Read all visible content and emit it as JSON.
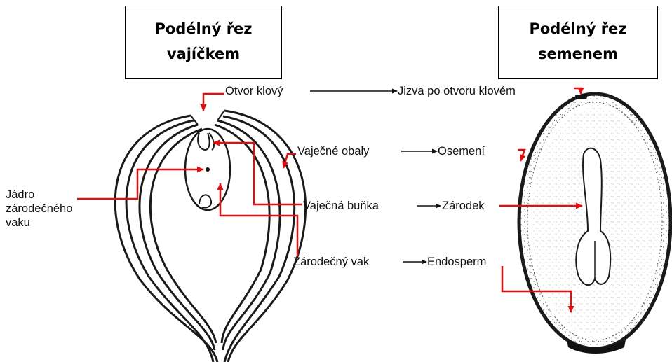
{
  "titles": {
    "ovule": [
      "Podélný řez",
      "vajíčkem"
    ],
    "seed": [
      "Podélný řez",
      "semenem"
    ]
  },
  "labels": {
    "micropyle": "Otvor klový",
    "micropyle_scar": "Jizva po otvoru klovém",
    "integuments": "Vaječné obaly",
    "seed_coat": "Osemení",
    "egg_cell": "Vaječná buňka",
    "embryo": "Zárodek",
    "embryo_sac": "Zárodečný vak",
    "endosperm": "Endosperm",
    "nucleus_line1": "Jádro",
    "nucleus_line2": "zárodečného",
    "nucleus_line3": "vaku"
  },
  "colors": {
    "pointer": "#e01010",
    "drawing": "#1a1a1a"
  }
}
